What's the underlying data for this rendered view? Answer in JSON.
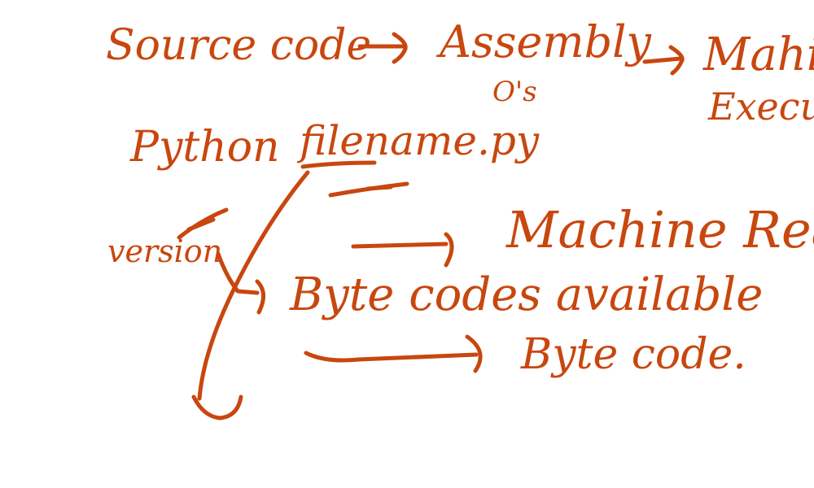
{
  "canvas": {
    "background": "#ffffff",
    "ink_color": "#c8470f"
  },
  "notes": {
    "source_code": "Source code",
    "assembly": "Assembly",
    "os": "O's",
    "machine": "Mahi",
    "executable": "Execu",
    "python": "Python",
    "filename": "filename.py",
    "version": "version",
    "machine_readable": "Machine Reada",
    "byte_codes_available": "Byte codes available",
    "byte_code": "Byte code."
  }
}
